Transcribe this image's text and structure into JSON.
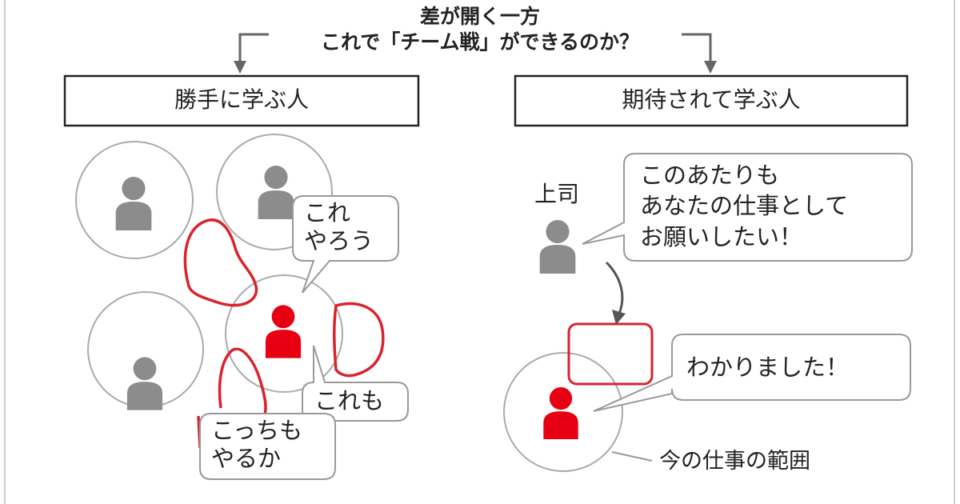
{
  "title_line1": "差が開く一方",
  "title_line2": "これで「チーム戦」ができるのか？",
  "left_heading": "勝手に学ぶ人",
  "right_heading": "期待されて学ぶ人",
  "bubbles": {
    "kore_yarou": "これ\nやろう",
    "kore_mo": "これも",
    "kocchi_mo": "こっちも\nやるか",
    "boss_request": "このあたりも\nあなたの仕事として\nお願いしたい！",
    "understood": "わかりました！"
  },
  "boss_label": "上司",
  "scope_label": "今の仕事の範囲",
  "colors": {
    "person_gray": "#8c8c8c",
    "person_red": "#e60012",
    "outline_gray": "#aaaaaa",
    "hand_drawn_red": "#d9232e"
  }
}
